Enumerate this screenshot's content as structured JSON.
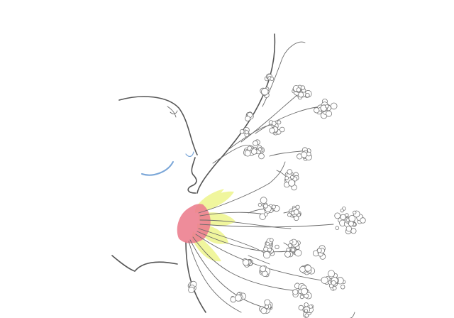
{
  "diagram": {
    "colors": {
      "line": "#555555",
      "duct": "#6a6a6a",
      "lobule_stroke": "#777777",
      "eye": "#7aa6d8",
      "areola": "#ec7f8f",
      "sinus": "#eef58d",
      "background": "#ffffff"
    },
    "parts": [
      "infant-head",
      "infant-eye",
      "breast-outline",
      "areola",
      "milk-sinuses",
      "milk-ducts",
      "alveoli-lobules"
    ]
  }
}
